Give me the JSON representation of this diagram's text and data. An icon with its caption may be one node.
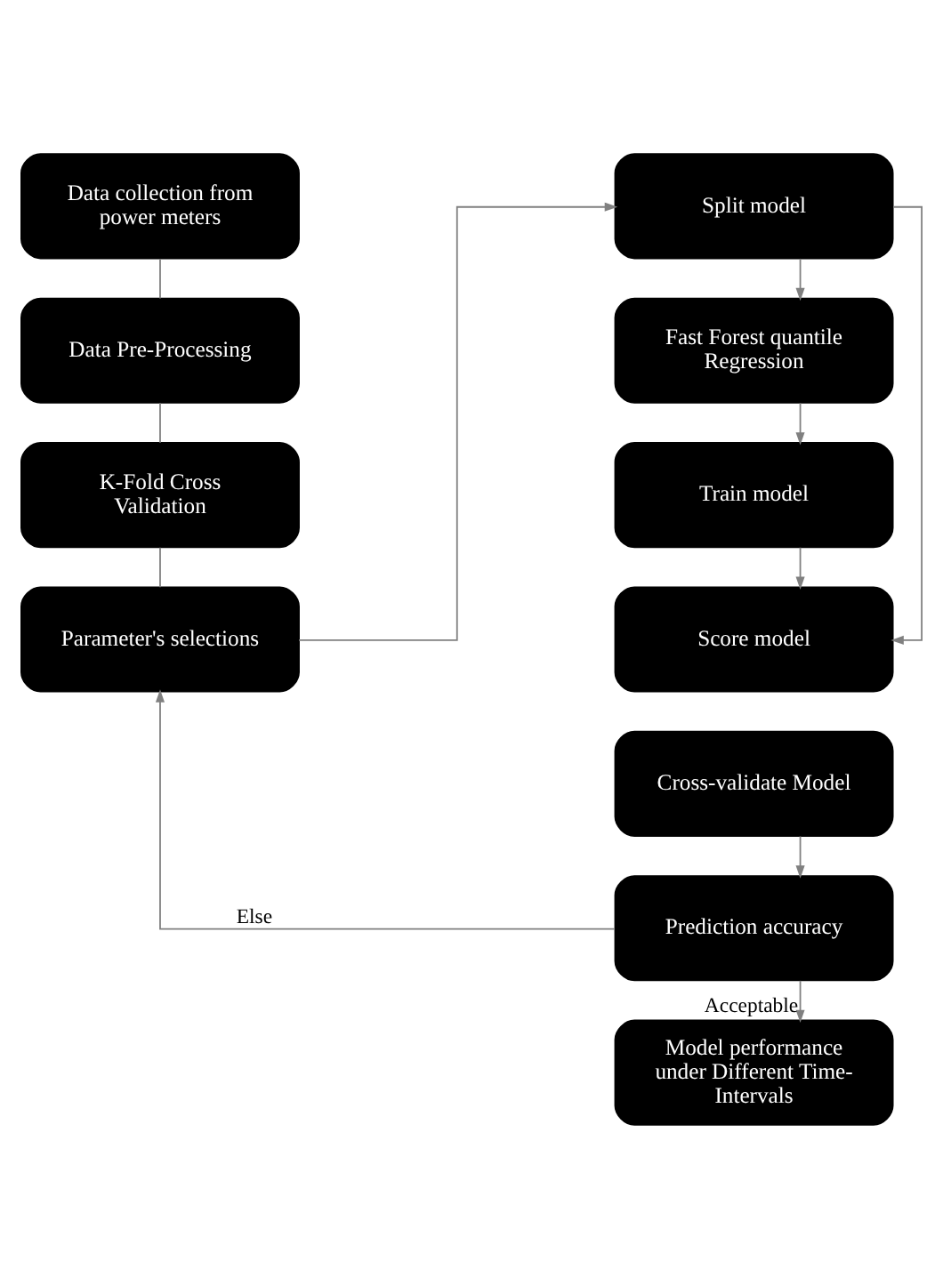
{
  "diagram": {
    "nodes": [
      {
        "text": [
          "Data collection from power meters"
        ]
      },
      {
        "text": [
          "Data Pre-Processing"
        ]
      },
      {
        "text": [
          "K-Fold Cross Validation"
        ]
      },
      {
        "text": [
          "Parameter's selections"
        ]
      },
      {
        "text": [
          "Split model"
        ]
      },
      {
        "text": [
          "Fast Forest quantile Regression"
        ]
      },
      {
        "text": [
          "Train model"
        ]
      },
      {
        "text": [
          "Score model"
        ]
      },
      {
        "text": [
          "Cross-validate Model"
        ]
      },
      {
        "text": [
          "Prediction accuracy"
        ]
      },
      {
        "text": [
          "Model performance under Different Time-Intervals"
        ]
      }
    ],
    "edges": [
      {
        "from": 0,
        "to": 1,
        "arrow": "none"
      },
      {
        "from": 1,
        "to": 2,
        "arrow": "none"
      },
      {
        "from": 2,
        "to": 3,
        "arrow": "none"
      },
      {
        "from": 3,
        "to": 4,
        "arrow": "to"
      },
      {
        "from": 4,
        "to": 5,
        "arrow": "to"
      },
      {
        "from": 5,
        "to": 6,
        "arrow": "to"
      },
      {
        "from": 6,
        "to": 7,
        "arrow": "to"
      },
      {
        "from": 4,
        "to": 7,
        "arrow": "to"
      },
      {
        "from": 8,
        "to": 9,
        "arrow": "to"
      },
      {
        "from": 9,
        "to": 3,
        "arrow": "to",
        "label": "Else"
      },
      {
        "from": 9,
        "to": 10,
        "arrow": "to",
        "label": "Acceptable"
      }
    ]
  }
}
